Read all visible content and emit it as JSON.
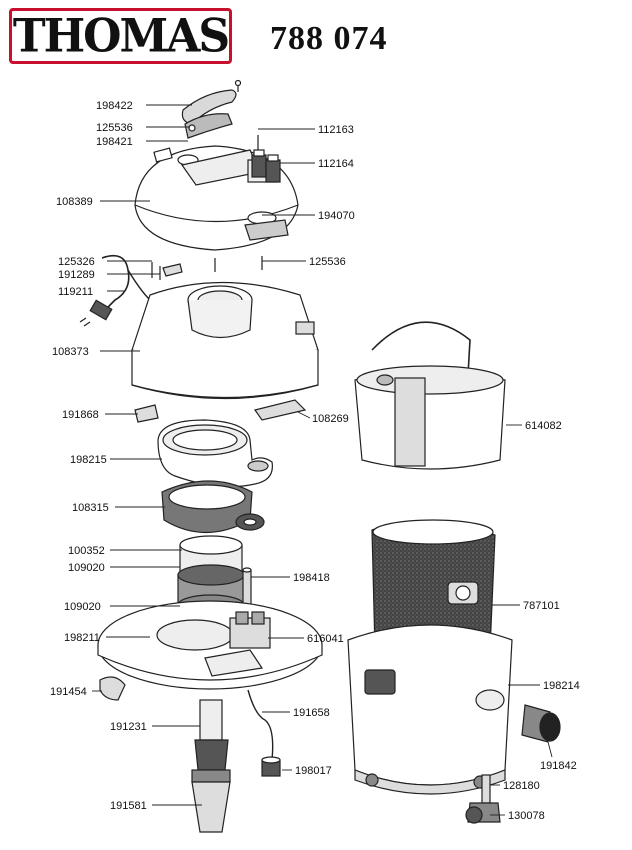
{
  "brand": "THOMAS",
  "model_number": "788 074",
  "colors": {
    "brand_red": "#c8102e",
    "line": "#222222",
    "shade": "#d9d9d9",
    "dark": "#555555"
  },
  "parts": [
    {
      "id": "p198422",
      "label": "198422"
    },
    {
      "id": "p125536a",
      "label": "125536"
    },
    {
      "id": "p198421",
      "label": "198421"
    },
    {
      "id": "p112163",
      "label": "112163"
    },
    {
      "id": "p112164",
      "label": "112164"
    },
    {
      "id": "p108389",
      "label": "108389"
    },
    {
      "id": "p194070",
      "label": "194070"
    },
    {
      "id": "p125326",
      "label": "125326"
    },
    {
      "id": "p191289",
      "label": "191289"
    },
    {
      "id": "p119211",
      "label": "119211"
    },
    {
      "id": "p125536b",
      "label": "125536"
    },
    {
      "id": "p108373",
      "label": "108373"
    },
    {
      "id": "p614082",
      "label": "614082"
    },
    {
      "id": "p191868",
      "label": "191868"
    },
    {
      "id": "p108269",
      "label": "108269"
    },
    {
      "id": "p198215",
      "label": "198215"
    },
    {
      "id": "p108315",
      "label": "108315"
    },
    {
      "id": "p100352",
      "label": "100352"
    },
    {
      "id": "p109020a",
      "label": "109020"
    },
    {
      "id": "p198418",
      "label": "198418"
    },
    {
      "id": "p787101",
      "label": "787101"
    },
    {
      "id": "p109020b",
      "label": "109020"
    },
    {
      "id": "p198211",
      "label": "198211"
    },
    {
      "id": "p616041",
      "label": "616041"
    },
    {
      "id": "p198214",
      "label": "198214"
    },
    {
      "id": "p191454",
      "label": "191454"
    },
    {
      "id": "p191658",
      "label": "191658"
    },
    {
      "id": "p191231",
      "label": "191231"
    },
    {
      "id": "p191842",
      "label": "191842"
    },
    {
      "id": "p198017",
      "label": "198017"
    },
    {
      "id": "p128180",
      "label": "128180"
    },
    {
      "id": "p191581",
      "label": "191581"
    },
    {
      "id": "p130078",
      "label": "130078"
    }
  ]
}
